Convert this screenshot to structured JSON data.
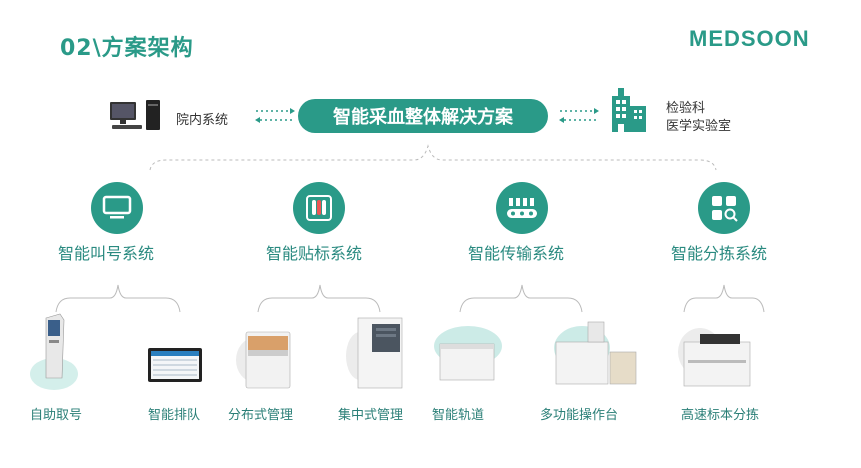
{
  "header": {
    "title": "02\\方案架构",
    "logo": "MEDSOON"
  },
  "center": {
    "label": "智能采血整体解决方案"
  },
  "left_node": {
    "label": "院内系统",
    "icon": "desktop-computer-icon"
  },
  "right_node": {
    "line1": "检验科",
    "line2": "医学实验室",
    "icon": "building-icon"
  },
  "systems": [
    {
      "label": "智能叫号系统",
      "icon": "monitor-icon"
    },
    {
      "label": "智能贴标系统",
      "icon": "test-tubes-icon"
    },
    {
      "label": "智能传输系统",
      "icon": "conveyor-icon"
    },
    {
      "label": "智能分拣系统",
      "icon": "sorting-grid-icon"
    }
  ],
  "devices": [
    {
      "label": "自助取号",
      "icon": "kiosk-icon"
    },
    {
      "label": "智能排队",
      "icon": "queue-display-icon"
    },
    {
      "label": "分布式管理",
      "icon": "labeling-machine-icon"
    },
    {
      "label": "集中式管理",
      "icon": "cabinet-machine-icon"
    },
    {
      "label": "智能轨道",
      "icon": "track-icon"
    },
    {
      "label": "多功能操作台",
      "icon": "workstation-icon"
    },
    {
      "label": "高速标本分拣",
      "icon": "sorter-machine-icon"
    }
  ],
  "colors": {
    "accent": "#2a9a88",
    "line": "#bbbbbb"
  }
}
